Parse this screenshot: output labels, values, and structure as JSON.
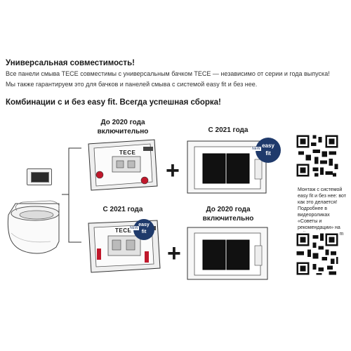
{
  "heading_compat": "Универсальная совместимость!",
  "text_line1": "Все панели смыва TECE совместимы с универсальным бачком TECE — независимо от серии и года выпуска!",
  "text_line2": "Мы также гарантируем это для бачков и панелей смыва с системой easy fit и без нее.",
  "heading_combos": "Комбинации с и без easy fit. Всегда успешная сборка!",
  "top_left_label_1": "До 2020 года",
  "top_left_label_2": "включительно",
  "top_right_label": "С 2021 года",
  "bottom_left_label": "С 2021 года",
  "bottom_right_label_1": "До 2020 года",
  "bottom_right_label_2": "включительно",
  "plus_sign": "+",
  "frame_brand": "TECE",
  "badge_line1": "easy",
  "badge_line2": "fit",
  "badge_new": "NEW",
  "side_note": "Монтаж с системой easy fit и без нее: вот как это делается! Подробнее в видеороликах «Советы и рекомендации» на сайте www.tece.com или на YouTube-канале TECE.",
  "colors": {
    "badge": "#1f3a6b",
    "frame": "#e9e9e9",
    "red": "#c0182b",
    "text": "#1a1a1a"
  }
}
